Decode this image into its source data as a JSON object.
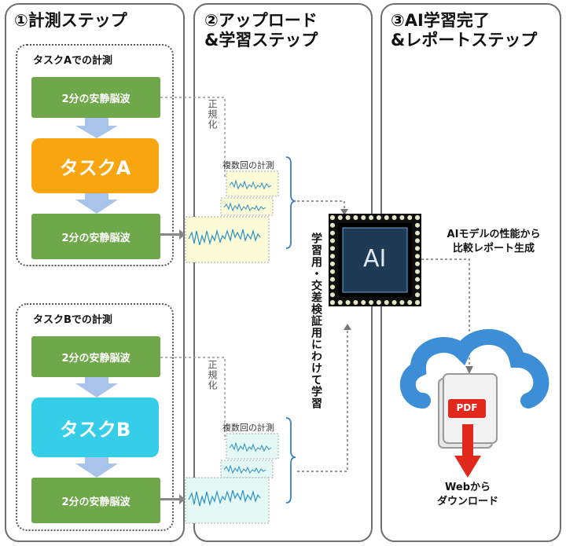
{
  "panels": {
    "measure": {
      "title": "①計測ステップ"
    },
    "upload": {
      "title": "②アップロード\n&学習ステップ"
    },
    "report": {
      "title": "③AI学習完了\n&レポートステップ"
    }
  },
  "groups": {
    "a": {
      "label": "タスクAでの計測",
      "rest1": "2分の安静脳波",
      "task": "タスクA",
      "rest2": "2分の安静脳波"
    },
    "b": {
      "label": "タスクBでの計測",
      "rest1": "2分の安静脳波",
      "task": "タスクB",
      "rest2": "2分の安静脳波"
    }
  },
  "colors": {
    "green": "#6fa84a",
    "taskA": "#f9a50f",
    "taskB": "#35cde8",
    "arrow_blue": "#a9c4ea",
    "red": "#e0281c"
  },
  "labels": {
    "normalize": "正規化",
    "multi_measure": "複数回の計測",
    "train_label": "学習用・交差検証用にわけて学習",
    "ai": "AI",
    "perf_report": "AIモデルの性能から\n比較レポート生成",
    "pdf": "PDF",
    "download": "Webから\nダウンロード"
  },
  "icons": [
    "cloud-icon",
    "document-icon",
    "chip-icon",
    "down-arrow-icon"
  ]
}
